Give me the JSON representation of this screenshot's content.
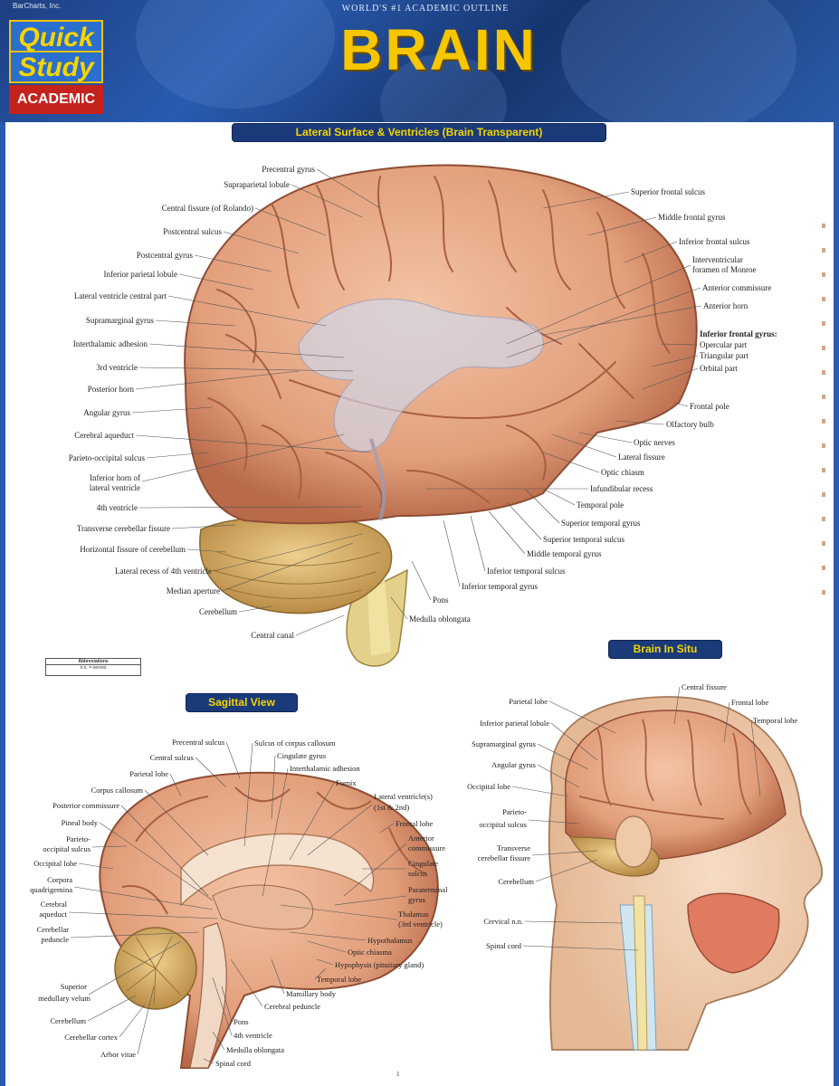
{
  "header": {
    "publisher": "BarCharts, Inc.",
    "logo_line1": "Quick",
    "logo_line2": "Study",
    "logo_line3": "ACADEMIC",
    "tagline": "WORLD'S #1 ACADEMIC OUTLINE",
    "title": "BRAIN"
  },
  "sections": {
    "lateral": "Lateral Surface & Ventricles (Brain Transparent)",
    "sagittal": "Sagittal View",
    "insitu": "Brain In Situ"
  },
  "legend": {
    "title": "Abbreviations",
    "text": "n.n. = nerves"
  },
  "lateral_left_labels": [
    "Precentral gyrus",
    "Supraparietal lobule",
    "Central fissure (of Rolando)",
    "Postcentral sulcus",
    "Postcentral gyrus",
    "Inferior parietal lobule",
    "Lateral ventricle central part",
    "Supramarginal gyrus",
    "Interthalamic adhesion",
    "3rd ventricle",
    "Posterior horn",
    "Angular gyrus",
    "Cerebral aqueduct",
    "Parieto-occipital sulcus",
    "Inferior horn of",
    "lateral ventricle",
    "4th ventricle",
    "Transverse cerebellar fissure",
    "Horizontal fissure of cerebellum",
    "Lateral recess of 4th ventricle",
    "Median aperture",
    "Cerebellum",
    "Central canal"
  ],
  "lateral_right_labels": [
    "Superior frontal sulcus",
    "Middle frontal gyrus",
    "Inferior frontal sulcus",
    "Interventricular",
    "foramen of Monroe",
    "Anterior commissure",
    "Anterior horn",
    "Inferior frontal gyrus:",
    "Opercular part",
    "Triangular part",
    "Orbital part",
    "Frontal pole",
    "Olfactory bulb",
    "Optic nerves",
    "Lateral fissure",
    "Optic chiasm",
    "Infundibular recess",
    "Temporal pole",
    "Superior temporal gyrus",
    "Superior temporal sulcus",
    "Middle temporal gyrus",
    "Inferior temporal sulcus",
    "Inferior temporal gyrus",
    "Pons",
    "Medulla oblongata"
  ],
  "sagittal_left_labels": [
    "Precentral sulcus",
    "Central sulcus",
    "Parietal lobe",
    "Corpus callosum",
    "Posterior commissure",
    "Pineal body",
    "Parieto-",
    "occipital sulcus",
    "Occipital lobe",
    "Corpora",
    "quadrigemina",
    "Cerebral",
    "aqueduct",
    "Cerebellar",
    "peduncle",
    "Superior",
    "medullary velum",
    "Cerebellum",
    "Cerebellar cortex",
    "Arbor vitae"
  ],
  "sagittal_top_labels": [
    "Sulcus of corpus callosum",
    "Cingulate gyrus",
    "Interthalamic adhesion",
    "Fornix"
  ],
  "sagittal_right_labels": [
    "Lateral ventricle(s)",
    "(1st & 2nd)",
    "Frontal lobe",
    "Anterior",
    "commissure",
    "Cingulate",
    "sulcus",
    "Paraterminal",
    "gyrus",
    "Thalamus",
    "(3rd ventricle)",
    "Hypothalamus",
    "Optic chiasma",
    "Hypophysis (pituitary gland)",
    "Temporal lobe",
    "Mamillary body",
    "Cerebral peduncle",
    "Pons",
    "4th ventricle",
    "Medulla oblongata",
    "Spinal cord"
  ],
  "insitu_left_labels": [
    "Parietal lobe",
    "Inferior parietal lobule",
    "Supramarginal gyrus",
    "Angular gyrus",
    "Occipital lobe",
    "Parieto-",
    "occipital sulcus",
    "Transverse",
    "cerebellar fissure",
    "Cerebellum",
    "Cervical n.n.",
    "Spinal cord"
  ],
  "insitu_right_labels": [
    "Central fissure",
    "Frontal lobe",
    "Temporal lobe"
  ],
  "page_number": "1",
  "colors": {
    "banner": "#1d3f82",
    "title_yellow": "#f6c600",
    "pill_bg": "#1a3a7a",
    "brain_pink": "#e9a784",
    "brain_dark": "#b86a4a",
    "cerebellum": "#d9b26a",
    "ventricle": "#c8d4ea"
  }
}
